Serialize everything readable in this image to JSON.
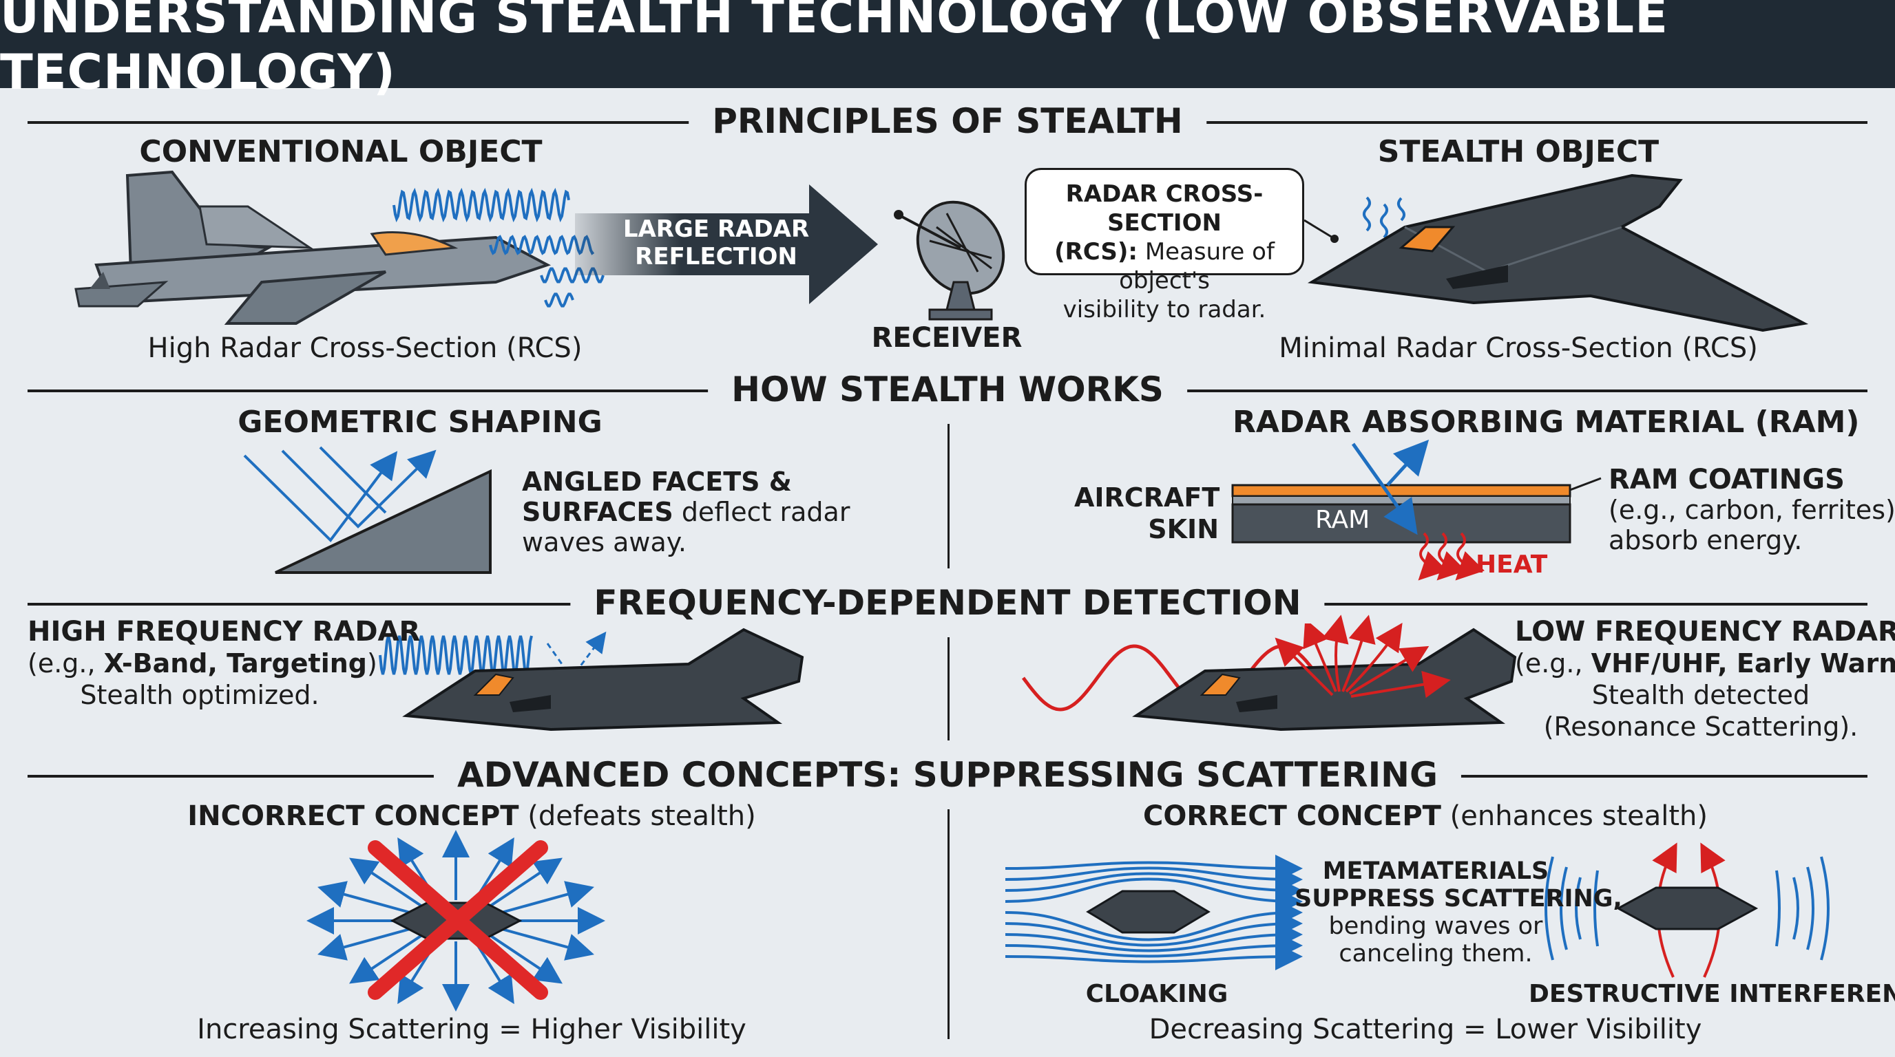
{
  "title": "UNDERSTANDING STEALTH TECHNOLOGY (LOW OBSERVABLE TECHNOLOGY)",
  "sections": {
    "principles": "PRINCIPLES OF STEALTH",
    "how": "HOW STEALTH WORKS",
    "frequency": "FREQUENCY-DEPENDENT DETECTION",
    "advanced": "ADVANCED CONCEPTS: SUPPRESSING SCATTERING"
  },
  "principles": {
    "conventional_heading": "CONVENTIONAL OBJECT",
    "conventional_caption": "High Radar Cross-Section (RCS)",
    "arrow_line1": "LARGE RADAR",
    "arrow_line2": "REFLECTION",
    "receiver": "RECEIVER",
    "stealth_heading": "STEALTH OBJECT",
    "stealth_caption": "Minimal Radar Cross-Section (RCS)",
    "callout_bold1": "RADAR CROSS-SECTION",
    "callout_bold2": "(RCS):",
    "callout_text2": "Measure of object's",
    "callout_text3": "visibility to radar."
  },
  "how": {
    "shaping_heading": "GEOMETRIC SHAPING",
    "shaping_bold1": "ANGLED FACETS &",
    "shaping_bold2": "SURFACES",
    "shaping_text2": "deflect radar",
    "shaping_text3": "waves away.",
    "ram_heading": "RADAR ABSORBING MATERIAL (RAM)",
    "skin_line1": "AIRCRAFT",
    "skin_line2": "SKIN",
    "ram_label": "RAM",
    "heat": "HEAT",
    "coatings_bold": "RAM COATINGS",
    "coatings_text1": "(e.g., carbon, ferrites)",
    "coatings_text2": "absorb energy."
  },
  "frequency": {
    "high_heading": "HIGH FREQUENCY RADAR",
    "high_eg_pre": "(e.g.,",
    "high_eg_bold": "X-Band, Targeting",
    "high_eg_post": ")",
    "high_text": "Stealth optimized.",
    "low_heading": "LOW FREQUENCY RADAR",
    "low_eg_pre": "(e.g.,",
    "low_eg_bold": "VHF/UHF, Early Warning",
    "low_eg_post": ")",
    "low_text1": "Stealth detected",
    "low_text2": "(Resonance Scattering)."
  },
  "advanced": {
    "incorrect_bold": "INCORRECT CONCEPT",
    "incorrect_text": "(defeats stealth)",
    "incorrect_caption": "Increasing Scattering = Higher Visibility",
    "correct_bold": "CORRECT CONCEPT",
    "correct_text": "(enhances stealth)",
    "meta_bold1": "METAMATERIALS",
    "meta_bold2": "SUPPRESS SCATTERING,",
    "meta_text1": "bending waves or",
    "meta_text2": "canceling them.",
    "cloaking": "CLOAKING",
    "destructive": "DESTRUCTIVE INTERFERENCE",
    "correct_caption": "Decreasing Scattering = Lower Visibility"
  },
  "colors": {
    "title_bg": "#1f2a34",
    "wave_blue": "#1f6fc0",
    "accent_red": "#d62020",
    "ram_orange": "#f08a2c",
    "jet_gray": "#6f7a84",
    "stealth_dark": "#34393f"
  }
}
